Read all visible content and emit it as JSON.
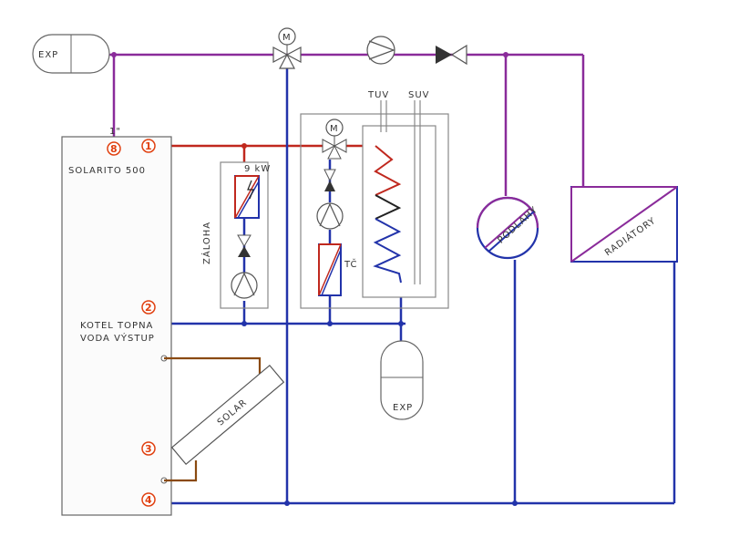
{
  "tank": {
    "name": "SOLARITO 500",
    "top_connection": "1\"",
    "port_labels": [
      "8",
      "1",
      "2",
      "3",
      "4"
    ],
    "boiler_label_line1": "KOTEL TOPNA",
    "boiler_label_line2": "VODA VÝSTUP"
  },
  "expansion_top": {
    "label": "EXP"
  },
  "expansion_bottom": {
    "label": "EXP"
  },
  "valves": {
    "mixing_motor_label": "M"
  },
  "backup": {
    "label": "ZÁLOHA",
    "power_label": "9 kW"
  },
  "dhw_module": {
    "motor_label": "M",
    "heat_pump_label": "TČ",
    "cold_water_label": "TUV",
    "hot_water_label": "SUV"
  },
  "solar": {
    "label": "SOLAR"
  },
  "floor_heating": {
    "label": "PODLAHY"
  },
  "radiators": {
    "label": "RADIÁTORY"
  },
  "colors": {
    "supply_red": "#c0281e",
    "return_blue": "#2233aa",
    "circuit_purple": "#8a2b9a",
    "solar_brown": "#8a4a10",
    "port_orange": "#e04010",
    "pencil": "#555555"
  }
}
